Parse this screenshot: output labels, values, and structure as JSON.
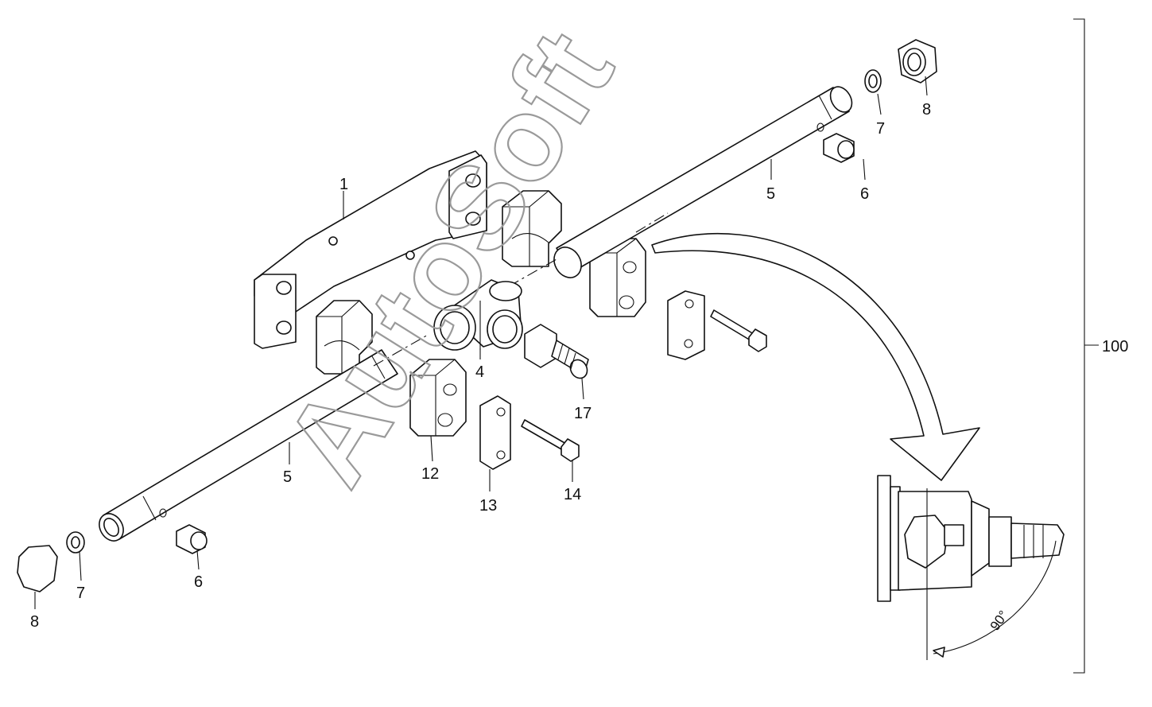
{
  "diagram": {
    "watermark": "AutoSoft",
    "callouts": {
      "c1": "1",
      "c4": "4",
      "c5_upper": "5",
      "c5_lower": "5",
      "c6_upper": "6",
      "c6_lower": "6",
      "c7_upper": "7",
      "c7_lower": "7",
      "c8_upper": "8",
      "c8_lower": "8",
      "c12": "12",
      "c13": "13",
      "c14": "14",
      "c17": "17",
      "c100": "100"
    },
    "detail_angle": "90°"
  }
}
